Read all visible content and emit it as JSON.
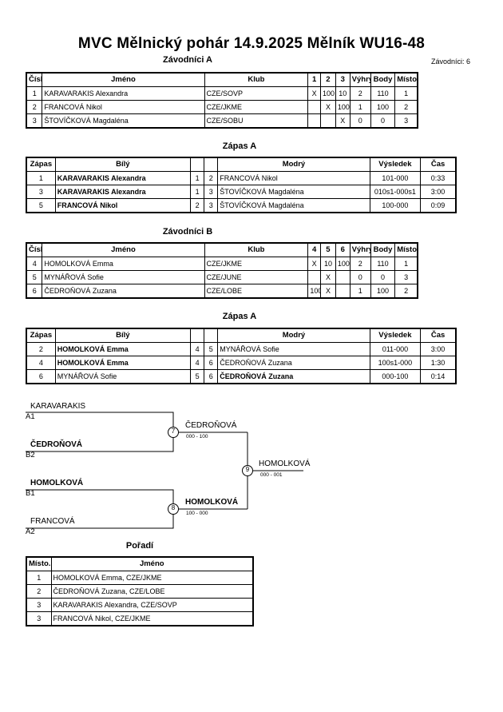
{
  "header": {
    "title": "MVC Mělnický pohár  14.9.2025  Mělník   WU16-48",
    "competitors_count": "Závodníci: 6"
  },
  "pool_a": {
    "title": "Závodníci A",
    "headers": [
      "Číslo",
      "Jméno",
      "Klub",
      "1",
      "2",
      "3",
      "Výhry",
      "Body",
      "Místo."
    ],
    "rows": [
      {
        "num": "1",
        "name": "KARAVARAKIS Alexandra",
        "club": "CZE/SOVP",
        "r1": "X",
        "r2": "100",
        "r3": "10",
        "wins": "2",
        "points": "110",
        "place": "1"
      },
      {
        "num": "2",
        "name": "FRANCOVÁ Nikol",
        "club": "CZE/JKME",
        "r1": "",
        "r2": "X",
        "r3": "100",
        "wins": "1",
        "points": "100",
        "place": "2"
      },
      {
        "num": "3",
        "name": "ŠTOVÍČKOVÁ Magdaléna",
        "club": "CZE/SOBU",
        "r1": "",
        "r2": "",
        "r3": "X",
        "wins": "0",
        "points": "0",
        "place": "3"
      }
    ]
  },
  "matches_a": {
    "title": "Zápas A",
    "headers": [
      "Zápas",
      "Bílý",
      "Modrý",
      "Výsledek",
      "Čas"
    ],
    "rows": [
      {
        "match": "1",
        "white": "KARAVARAKIS Alexandra",
        "w": "1",
        "b": "2",
        "blue": "FRANCOVÁ Nikol",
        "result": "101-000",
        "time": "0:33",
        "white_bold": true,
        "blue_bold": false
      },
      {
        "match": "3",
        "white": "KARAVARAKIS Alexandra",
        "w": "1",
        "b": "3",
        "blue": "ŠTOVÍČKOVÁ Magdaléna",
        "result": "010s1-000s1",
        "time": "3:00",
        "white_bold": true,
        "blue_bold": false
      },
      {
        "match": "5",
        "white": "FRANCOVÁ Nikol",
        "w": "2",
        "b": "3",
        "blue": "ŠTOVÍČKOVÁ Magdaléna",
        "result": "100-000",
        "time": "0:09",
        "white_bold": true,
        "blue_bold": false
      }
    ]
  },
  "pool_b": {
    "title": "Závodníci B",
    "headers": [
      "Číslo",
      "Jméno",
      "Klub",
      "4",
      "5",
      "6",
      "Výhry",
      "Body",
      "Místo."
    ],
    "rows": [
      {
        "num": "4",
        "name": "HOMOLKOVÁ Emma",
        "club": "CZE/JKME",
        "r1": "X",
        "r2": "10",
        "r3": "100",
        "wins": "2",
        "points": "110",
        "place": "1"
      },
      {
        "num": "5",
        "name": "MYNÁŘOVÁ Sofie",
        "club": "CZE/JUNE",
        "r1": "",
        "r2": "X",
        "r3": "",
        "wins": "0",
        "points": "0",
        "place": "3"
      },
      {
        "num": "6",
        "name": "ČEDROŇOVÁ Zuzana",
        "club": "CZE/LOBE",
        "r1": "100",
        "r2": "X",
        "r3": "",
        "wins": "1",
        "points": "100",
        "place": "2"
      }
    ]
  },
  "matches_b": {
    "title": "Zápas A",
    "headers": [
      "Zápas",
      "Bílý",
      "Modrý",
      "Výsledek",
      "Čas"
    ],
    "rows": [
      {
        "match": "2",
        "white": "HOMOLKOVÁ Emma",
        "w": "4",
        "b": "5",
        "blue": "MYNÁŘOVÁ Sofie",
        "result": "011-000",
        "time": "3:00",
        "white_bold": true,
        "blue_bold": false
      },
      {
        "match": "4",
        "white": "HOMOLKOVÁ Emma",
        "w": "4",
        "b": "6",
        "blue": "ČEDROŇOVÁ Zuzana",
        "result": "100s1-000",
        "time": "1:30",
        "white_bold": true,
        "blue_bold": false
      },
      {
        "match": "6",
        "white": "MYNÁŘOVÁ Sofie",
        "w": "5",
        "b": "6",
        "blue": "ČEDROŇOVÁ Zuzana",
        "result": "000-100",
        "time": "0:14",
        "white_bold": false,
        "blue_bold": true
      }
    ]
  },
  "bracket": {
    "semi1_top_name": "KARAVARAKIS",
    "semi1_top_seed": "A1",
    "semi1_bottom_name": "ČEDROŇOVÁ",
    "semi1_bottom_seed": "B2",
    "semi1_match_no": "7",
    "semi1_winner": "ČEDROŇOVÁ",
    "semi1_score": "000 - 100",
    "semi2_top_name": "HOMOLKOVÁ",
    "semi2_top_seed": "B1",
    "semi2_bottom_name": "FRANCOVÁ",
    "semi2_bottom_seed": "A2",
    "semi2_match_no": "8",
    "semi2_winner": "HOMOLKOVÁ",
    "semi2_score": "100 - 000",
    "final_match_no": "9",
    "final_winner": "HOMOLKOVÁ",
    "final_score": "000 - 001"
  },
  "ranking": {
    "title": "Pořadí",
    "headers": [
      "Místo.",
      "Jméno"
    ],
    "rows": [
      {
        "place": "1",
        "name": "HOMOLKOVÁ Emma, CZE/JKME"
      },
      {
        "place": "2",
        "name": "ČEDROŇOVÁ Zuzana, CZE/LOBE"
      },
      {
        "place": "3",
        "name": "KARAVARAKIS Alexandra, CZE/SOVP"
      },
      {
        "place": "3",
        "name": "FRANCOVÁ Nikol, CZE/JKME"
      }
    ]
  }
}
